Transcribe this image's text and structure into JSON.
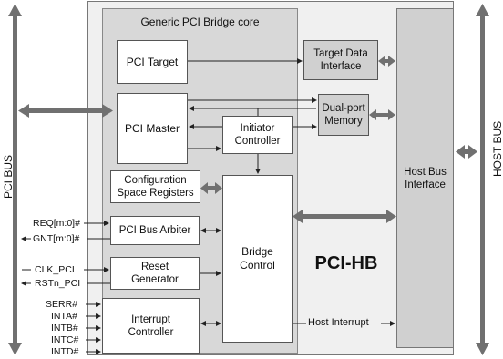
{
  "core": {
    "title": "Generic PCI Bridge core",
    "product": "PCI-HB"
  },
  "blocks": {
    "pci_target": "PCI Target",
    "pci_master": "PCI Master",
    "initiator_controller": "Initiator Controller",
    "config_registers": "Configuration Space Registers",
    "bus_arbiter": "PCI Bus Arbiter",
    "reset_generator": "Reset Generator",
    "interrupt_controller": "Interrupt Controller",
    "bridge_control": "Bridge Control",
    "target_data_interface": "Target Data Interface",
    "dual_port_memory": "Dual-port Memory",
    "host_bus_interface": "Host Bus Interface"
  },
  "buses": {
    "left": "PCI BUS",
    "right": "HOST BUS"
  },
  "signals": {
    "req": "REQ[m:0]#",
    "gnt": "GNT[m:0]#",
    "clk": "CLK_PCI",
    "rstn": "RSTn_PCI",
    "serr": "SERR#",
    "inta": "INTA#",
    "intb": "INTB#",
    "intc": "INTC#",
    "intd": "INTD#",
    "host_interrupt": "Host Interrupt"
  }
}
